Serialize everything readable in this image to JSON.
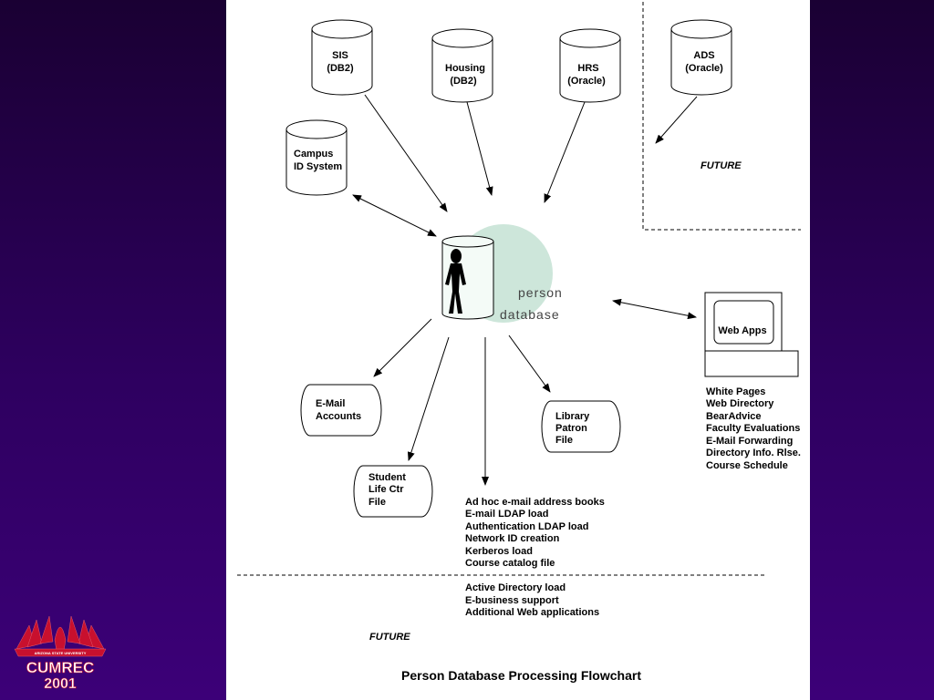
{
  "databases": {
    "sis": [
      "SIS",
      "(DB2)"
    ],
    "housing": [
      "Housing",
      "(DB2)"
    ],
    "hrs": [
      "HRS",
      "(Oracle)"
    ],
    "ads": [
      "ADS",
      "(Oracle)"
    ],
    "campus_id": [
      "Campus",
      "ID System"
    ]
  },
  "future_top": "FUTURE",
  "person_database": [
    "person",
    "database"
  ],
  "web_apps": {
    "label": "Web Apps",
    "items": [
      "White Pages",
      "Web Directory",
      "BearAdvice",
      "Faculty Evaluations",
      "E-Mail Forwarding",
      "Directory Info. Rlse.",
      "Course Schedule"
    ]
  },
  "files": {
    "email_accounts": [
      "E-Mail",
      "Accounts"
    ],
    "library": [
      "Library",
      "Patron",
      "File"
    ],
    "student_life": [
      "Student",
      "Life Ctr",
      "File"
    ]
  },
  "outputs": [
    "Ad hoc e-mail address books",
    "E-mail LDAP load",
    "Authentication LDAP load",
    "Network ID creation",
    "Kerberos load",
    "Course catalog file"
  ],
  "future_outputs": [
    "Active Directory load",
    "E-business support",
    "Additional Web applications"
  ],
  "future_bottom": "FUTURE",
  "title": "Person Database Processing Flowchart",
  "logo": {
    "arc_text": "ARIZONA STATE UNIVERSITY",
    "line1": "CUMREC",
    "line2": "2001"
  }
}
